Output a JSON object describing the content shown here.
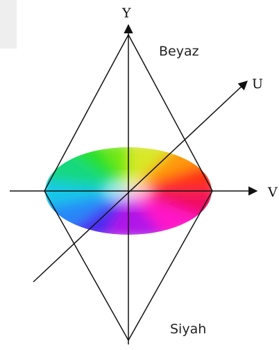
{
  "labels": {
    "y_axis": "Y",
    "u_axis": "U",
    "v_axis": "V",
    "top": "Beyaz",
    "bottom": "Siyah"
  },
  "colors": {
    "line": "#111111",
    "background": "#ffffff"
  }
}
